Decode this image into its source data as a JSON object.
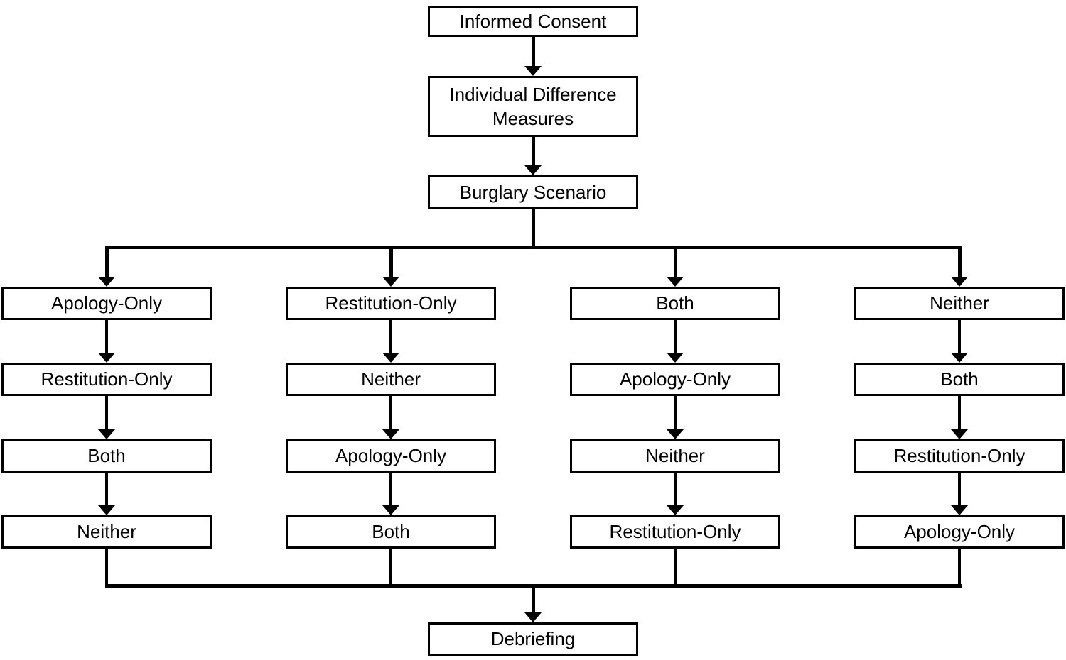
{
  "diagram": {
    "top": [
      {
        "label": "Informed Consent"
      },
      {
        "label": "Individual Difference Measures"
      },
      {
        "label": "Burglary Scenario"
      }
    ],
    "columns": [
      {
        "steps": [
          "Apology-Only",
          "Restitution-Only",
          "Both",
          "Neither"
        ]
      },
      {
        "steps": [
          "Restitution-Only",
          "Neither",
          "Apology-Only",
          "Both"
        ]
      },
      {
        "steps": [
          "Both",
          "Apology-Only",
          "Neither",
          "Restitution-Only"
        ]
      },
      {
        "steps": [
          "Neither",
          "Both",
          "Restitution-Only",
          "Apology-Only"
        ]
      }
    ],
    "bottom": {
      "label": "Debriefing"
    },
    "colors": {
      "line": "#000000",
      "box_border": "#000000",
      "box_fill": "#ffffff",
      "text": "#000000",
      "background": "#ffffff"
    }
  }
}
